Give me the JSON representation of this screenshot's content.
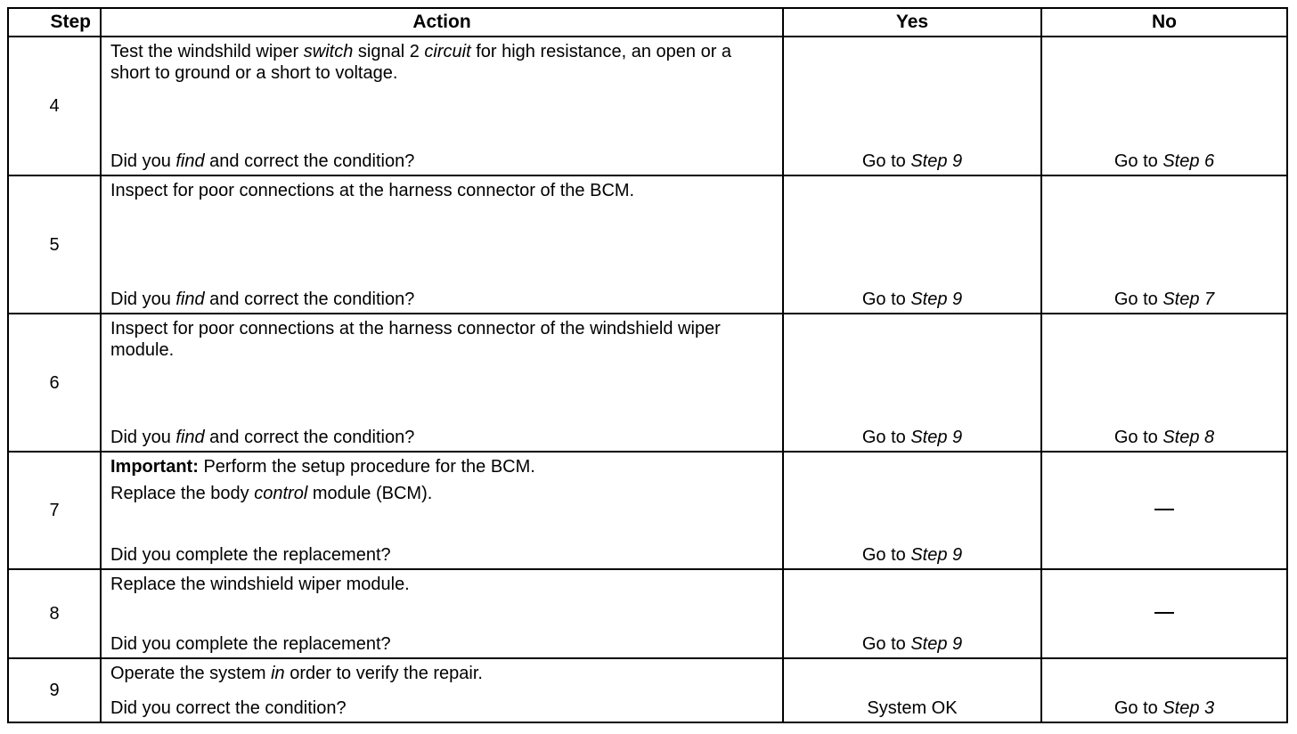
{
  "headers": {
    "step": "Step",
    "action": "Action",
    "yes": "Yes",
    "no": "No"
  },
  "rows": [
    {
      "step": "4",
      "action_1a": "Test the windshild wiper ",
      "action_1b": "switch",
      "action_1c": " signal 2 ",
      "action_1d": "circuit",
      "action_1e": " for high resistance, an open or a short to ground or a short to voltage.",
      "question_a": "Did you ",
      "question_b": "find",
      "question_c": " and correct the condition?",
      "yes_prefix": "Go to ",
      "yes_step": "Step 9",
      "no_prefix": "Go to ",
      "no_step": "Step 6"
    },
    {
      "step": "5",
      "action": "Inspect for poor connections at the harness connector of the BCM.",
      "question_a": "Did you ",
      "question_b": "find",
      "question_c": " and correct the condition?",
      "yes_prefix": "Go to ",
      "yes_step": "Step 9",
      "no_prefix": "Go to ",
      "no_step": "Step 7"
    },
    {
      "step": "6",
      "action": "Inspect for poor connections at the harness connector of the windshield wiper module.",
      "question_a": "Did you ",
      "question_b": "find",
      "question_c": " and correct the condition?",
      "yes_prefix": "Go to ",
      "yes_step": "Step 9",
      "no_prefix": "Go to ",
      "no_step": "Step 8"
    },
    {
      "step": "7",
      "important_label": "Important:",
      "important_text": " Perform the setup procedure for the BCM.",
      "action_a": "Replace the body ",
      "action_b": "control",
      "action_c": " module (BCM).",
      "question": "Did you complete the replacement?",
      "yes_prefix": "Go to ",
      "yes_step": "Step 9"
    },
    {
      "step": "8",
      "action": "Replace the windshield wiper module.",
      "question": "Did you complete the replacement?",
      "yes_prefix": "Go to ",
      "yes_step": "Step 9"
    },
    {
      "step": "9",
      "action_a": "Operate the system ",
      "action_b": "in",
      "action_c": " order to verify the repair.",
      "question": "Did you correct the condition?",
      "yes": "System OK",
      "no_prefix": "Go to ",
      "no_step": "Step 3"
    }
  ]
}
